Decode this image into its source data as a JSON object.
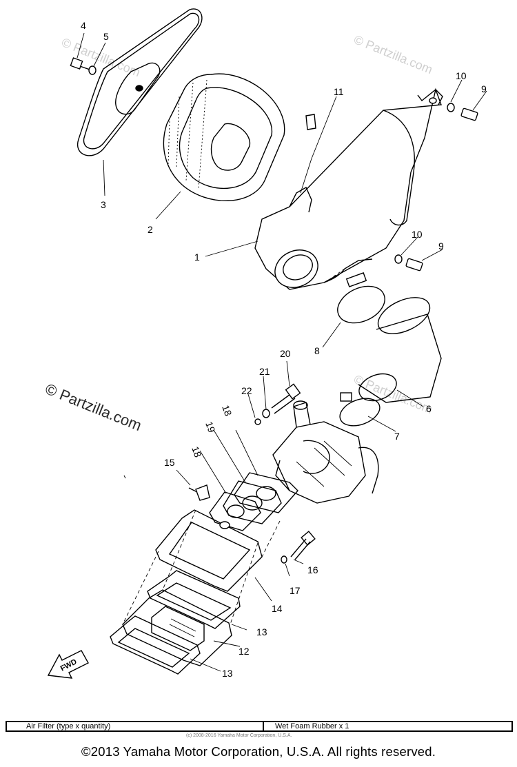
{
  "watermarks": [
    "© Partzilla.com"
  ],
  "callouts": [
    "1",
    "2",
    "3",
    "4",
    "5",
    "6",
    "7",
    "8",
    "9",
    "10",
    "11",
    "12",
    "13",
    "14",
    "15",
    "16",
    "17",
    "18",
    "19",
    "20",
    "21",
    "22"
  ],
  "fwd_label": "FWD",
  "spec_table": {
    "label": "Air Filter (type x quantity)",
    "value": "Wet Foam Rubber x 1"
  },
  "spec_copyright": "(c) 2008-2016 Yamaha Motor Corporation, U.S.A.",
  "copyright": "©2013 Yamaha Motor Corporation, U.S.A. All rights reserved."
}
